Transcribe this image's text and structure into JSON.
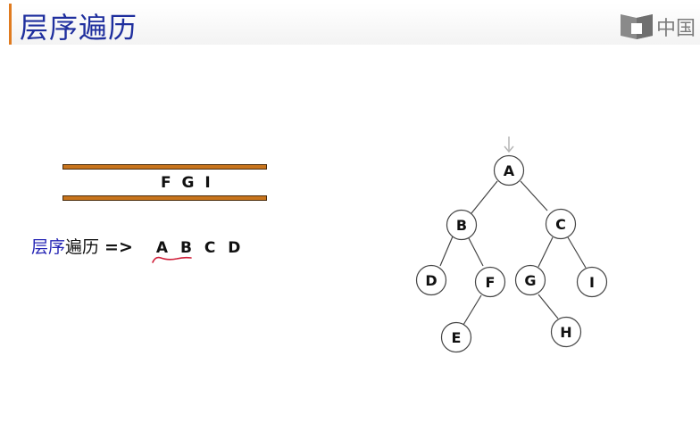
{
  "header": {
    "title": "层序遍历",
    "brand_text": "中国"
  },
  "queue": {
    "contents": "F G I"
  },
  "traversal": {
    "label_blue": "层序",
    "label_black": "遍历",
    "arrow": "=>",
    "sequence": "A B C D"
  },
  "tree": {
    "nodes": [
      "A",
      "B",
      "C",
      "D",
      "F",
      "G",
      "I",
      "E",
      "H"
    ],
    "edges": [
      [
        "A",
        "B"
      ],
      [
        "A",
        "C"
      ],
      [
        "B",
        "D"
      ],
      [
        "B",
        "F"
      ],
      [
        "C",
        "G"
      ],
      [
        "C",
        "I"
      ],
      [
        "F",
        "E"
      ],
      [
        "G",
        "H"
      ]
    ],
    "start_marker": "arrow-down"
  },
  "colors": {
    "title": "#1f2f9e",
    "accent": "#e07b1f",
    "queue_bar": "#c8741c",
    "label_blue": "#2525b5",
    "underline": "#d0203a"
  }
}
